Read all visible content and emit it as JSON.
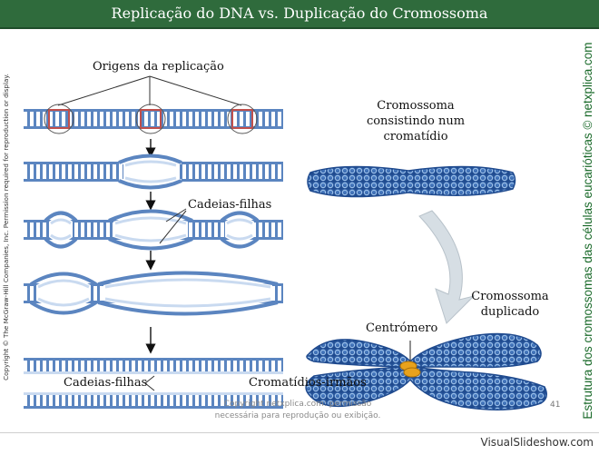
{
  "header": {
    "title": "Replicação do DNA vs. Duplicação do Cromossoma"
  },
  "labels": {
    "origins": "Origens da replicação",
    "daughter_strands_top": "Cadeias-filhas",
    "daughter_strands_bottom": "Cadeias-filhas",
    "sister_chromatids": "Cromatídios-irmãos",
    "chromosome_one_chromatid": "Cromossoma consistindo num cromatídio",
    "duplicated_chromosome": "Cromossoma duplicado",
    "centromere": "Centrómero"
  },
  "side_caption": "Estrutura dos cromossomas das células eucarióticas © netxplica.com",
  "copyright_vertical": "Copyright © The McGraw-Hill Companies, Inc. Permission required for reproduction or display.",
  "footer": {
    "copyright": "Copyright netxplica.com: permissão necessária para reprodução ou exibição.",
    "page_number": "41",
    "watermark": "VisualSlideshow.com"
  },
  "colors": {
    "title_bar": "#2f6b3c",
    "dna_strand": "#5b85c0",
    "daughter_strand": "#c9daf0",
    "origin_box": "#c0504d",
    "chromosome": "#2d5fa8",
    "centromere": "#e8a21c",
    "side_caption": "#1a6a2a"
  }
}
